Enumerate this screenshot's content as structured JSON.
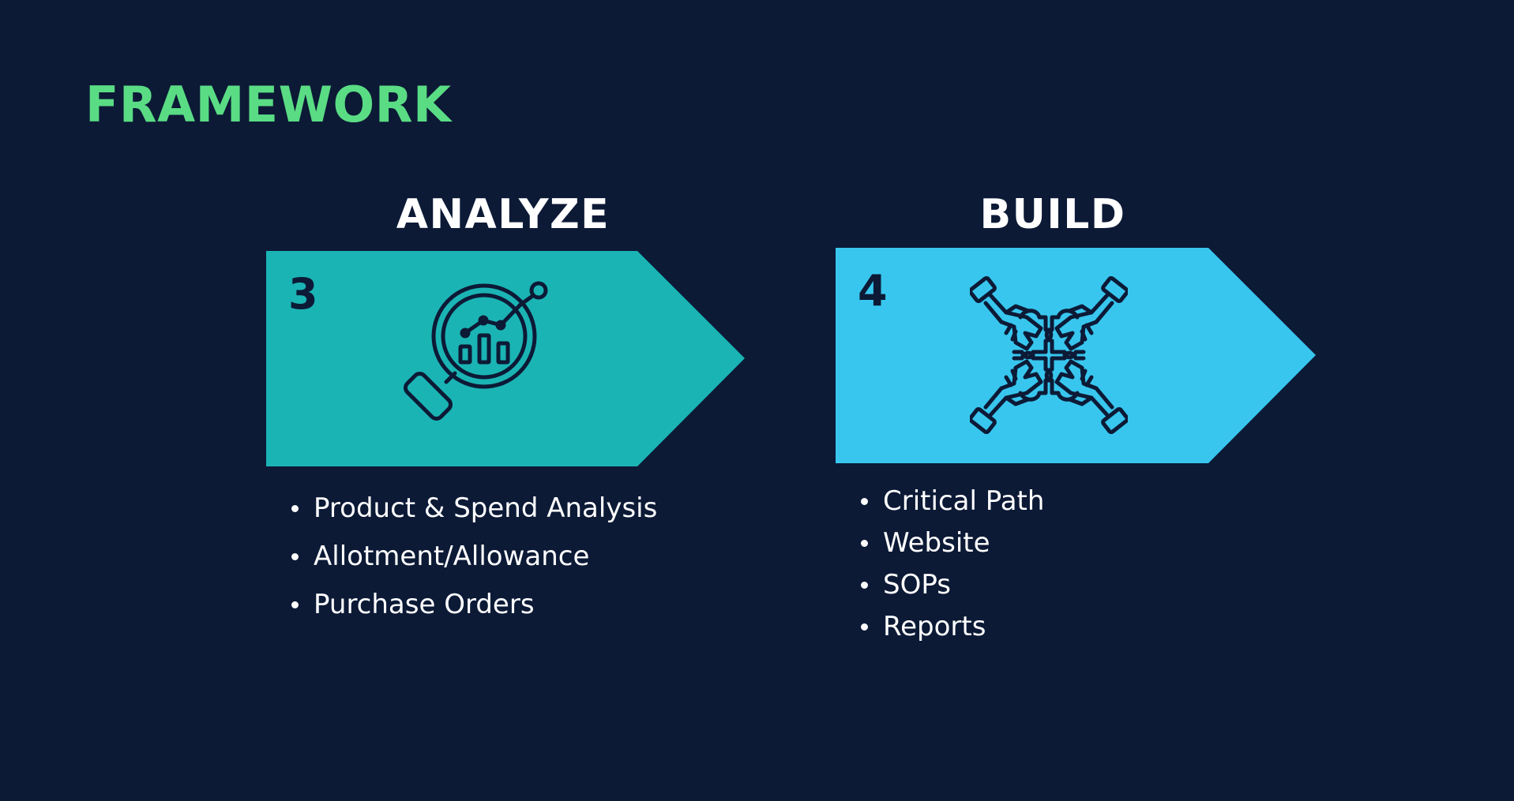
{
  "page": {
    "title": "FRAMEWORK",
    "background": "#0c1a36"
  },
  "colors": {
    "title": "#5adc84",
    "analyze_arrow": "#1bb4b4",
    "build_arrow": "#38c6ee",
    "ink": "#0c1a36",
    "text": "#ffffff"
  },
  "steps": [
    {
      "heading": "ANALYZE",
      "number": "3",
      "icon": "magnifier-chart-icon",
      "items": [
        "Product & Spend Analysis",
        "Allotment/Allowance",
        "Purchase Orders"
      ]
    },
    {
      "heading": "BUILD",
      "number": "4",
      "icon": "hands-puzzle-icon",
      "items": [
        "Critical Path",
        "Website",
        "SOPs",
        "Reports"
      ]
    }
  ]
}
